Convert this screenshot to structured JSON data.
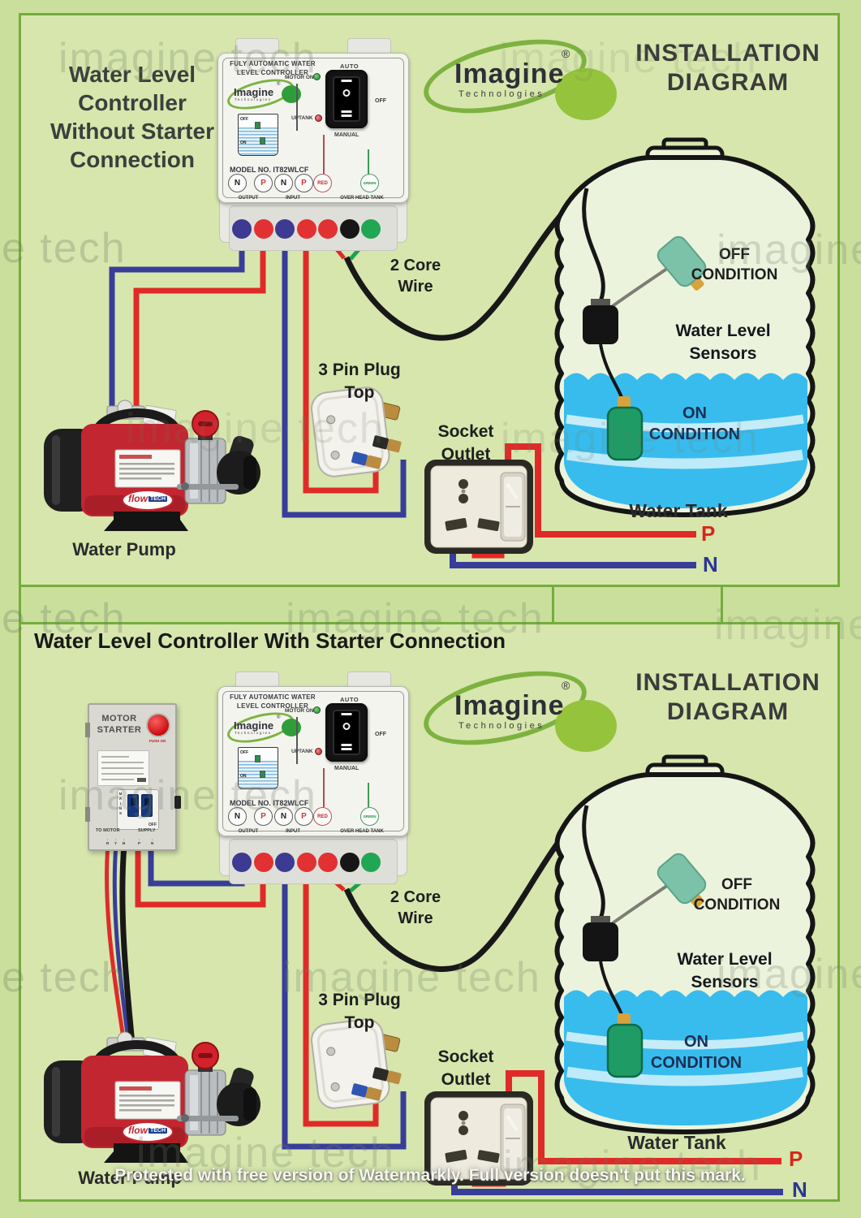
{
  "page": {
    "watermark": "imagine tech",
    "watermark_e": "e tech",
    "watermark_imagine": "imagine",
    "protected_note": "Protected with free version of Watermarkly. Full version doesn't put this mark."
  },
  "colors": {
    "accent_green": "#74ad3b",
    "water_blue": "#38bcee",
    "wire_red": "#e02a28",
    "wire_blue": "#383d99",
    "wire_green": "#1da14e",
    "wire_black": "#181818",
    "phase_red": "#d8261c",
    "neutral_blue": "#2d3591"
  },
  "installation": {
    "line1": "INSTALLATION",
    "line2": "DIAGRAM"
  },
  "logo": {
    "brand": "Imagine",
    "reg": "®",
    "sub": "Technologies"
  },
  "panel1": {
    "title_lines": [
      "Water Level",
      "Controller",
      "Without Starter",
      "Connection"
    ]
  },
  "panel2": {
    "title": "Water Level Controller With Starter Connection"
  },
  "controller": {
    "header1": "FULY AUTOMATIC WATER",
    "header2": "LEVEL CONTROLLER",
    "motor_on": "MOTOR ON",
    "uptank": "UPTANK",
    "auto": "AUTO",
    "off": "OFF",
    "manual": "MANUAL",
    "model": "MODEL NO. IT82WLCF",
    "terminals": [
      "N",
      "P",
      "N",
      "P",
      "RED",
      "GREEN"
    ],
    "group_output": "OUTPUT",
    "group_input": "INPUT",
    "group_overhead": "OVER HEAD TANK",
    "mini_off": "OFF",
    "mini_on": "ON"
  },
  "starter": {
    "title1": "MOTOR",
    "title2": "STARTER",
    "push_on": "PUSH ON",
    "mains": "MAINS",
    "off": "OFF",
    "to_motor": "TO MOTOR",
    "supply": "SUPPLY",
    "terms_motor": [
      "R",
      "Y",
      "B"
    ],
    "terms_supply": [
      "P",
      "N"
    ]
  },
  "labels": {
    "two_core1": "2 Core",
    "two_core2": "Wire",
    "plug1": "3 Pin Plug",
    "plug2": "Top",
    "socket1": "Socket",
    "socket2": "Outlet",
    "pump": "Water Pump",
    "tank": "Water Tank",
    "off_cond1": "OFF",
    "off_cond2": "CONDITION",
    "on_cond1": "ON",
    "on_cond2": "CONDITION",
    "sensors1": "Water Level",
    "sensors2": "Sensors",
    "phase": "P",
    "neutral": "N"
  },
  "pump": {
    "brand1": "flow",
    "brand2": "TECH"
  }
}
